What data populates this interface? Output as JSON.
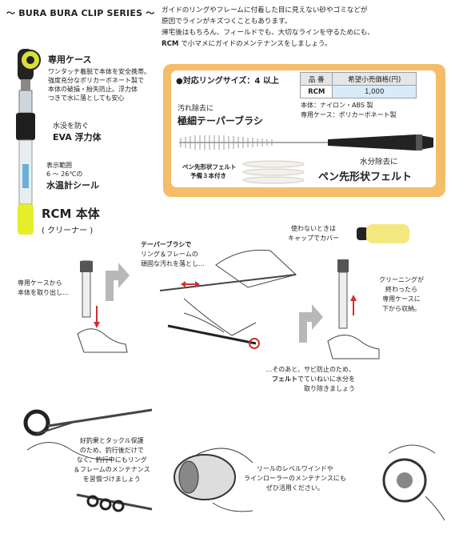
{
  "header": {
    "series_title": "〜 BURA BURA CLIP SERIES 〜"
  },
  "intro": {
    "line1": "ガイドのリングやフレームに付着した目に見えない砂やゴミなどが",
    "line2": "原因でラインがキズつくこともあります。",
    "line3": "帰宅後はもちろん、フィールドでも、大切なラインを守るためにも、",
    "line4_bold": "RCM",
    "line4_rest": " で小マメにガイドのメンテナンスをしましょう。"
  },
  "product_labels": {
    "case_title": "専用ケース",
    "case_desc": [
      "ワンタッチ着脱で本体を安全携帯。",
      "強度充分なポリカーボネート製で",
      "本体の破損・紛失防止。浮力体",
      "つきで水に落としても安心"
    ],
    "float_pre": "水没を防ぐ",
    "float_title": "EVA 浮力体",
    "temp_range_1": "表示範囲",
    "temp_range_2": "6 〜 26℃の",
    "temp_title": "水温計シール",
    "body_title": "RCM 本体",
    "body_sub": "( クリーナー )"
  },
  "spec_panel": {
    "ring_size": "●対応リングサイズ：4 以上",
    "table_headers": [
      "品 番",
      "希望小売価格(円)"
    ],
    "table_row": [
      "RCM",
      "1,000"
    ],
    "material_1": "本体：ナイロン・ABS 製",
    "material_2": "専用ケース：ポリカーボネート製",
    "brush_pre": "汚れ除去に",
    "brush_title": "極細テーパーブラシ",
    "felt_note_1": "ペン先形状フェルト",
    "felt_note_2": "予備３本付き",
    "felt_pre": "水分除去に",
    "felt_title": "ペン先形状フェルト"
  },
  "steps": {
    "step1": [
      "専用ケースから",
      "本体を取り出し…"
    ],
    "step2": [
      "テーパーブラシで",
      "リング＆フレームの",
      "頑固な汚れを落とし…"
    ],
    "cap_note": [
      "使わないときは",
      "キャップでカバー"
    ],
    "step3": [
      "クリーニングが",
      "終わったら",
      "専用ケースに",
      "下から収納。"
    ],
    "step4_1": "…そのあと、サビ防止のため、",
    "step4_2_bold": "フェルト",
    "step4_2_rest": "でていねいに水分を",
    "step4_3": "取り除きましょう"
  },
  "bottom": {
    "tip1": [
      "好釣果とタックル保護",
      "のため、釣行後だけで",
      "なく、釣行中にもリング",
      "＆フレームのメンテナンス",
      "を習慣づけましょう"
    ],
    "tip2": [
      "リールのレベルワインドや",
      "ラインローラーのメンテナンスにも",
      "ぜひ活用ください。"
    ]
  },
  "colors": {
    "accent_yellow": "#e5ee2a",
    "panel_orange": "#f5bd6a",
    "price_blue": "#d7ecf8",
    "red_arrow": "#d0302f"
  }
}
